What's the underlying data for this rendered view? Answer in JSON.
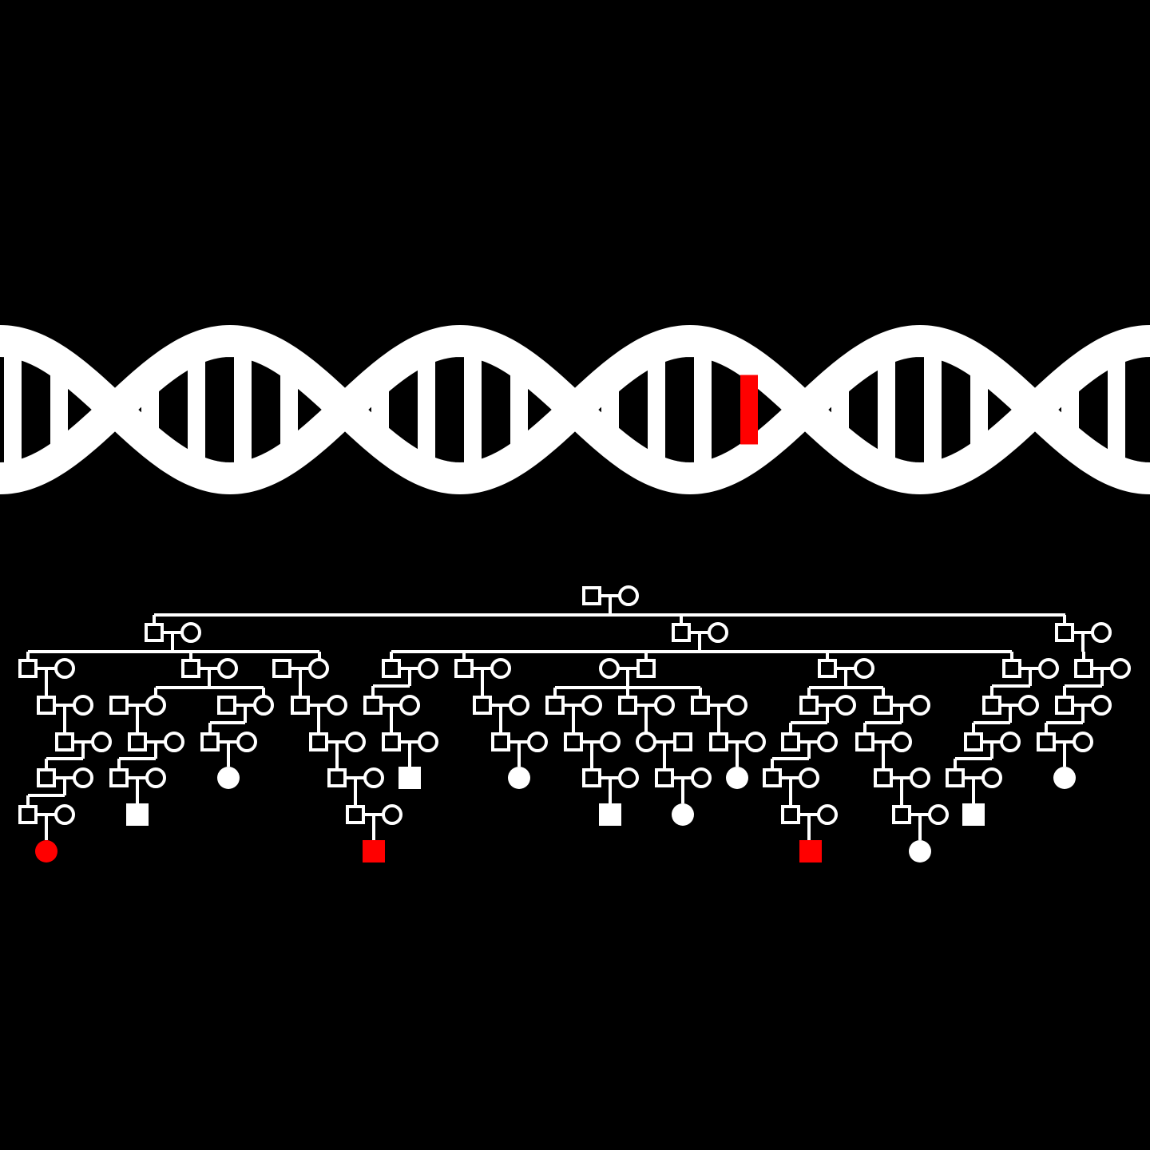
{
  "colors": {
    "background": "#000000",
    "strand": "#ffffff",
    "affected": "#ff0000"
  },
  "dna": {
    "description_icon": "dna-double-helix-icon",
    "highlighted_rung_color": "#ff0000"
  },
  "pedigree": {
    "icon": "family-pedigree-chart-icon",
    "symbols": {
      "male": "square",
      "female": "circle",
      "affected_fill": "#ff0000",
      "unaffected_leaf_fill": "#ffffff"
    },
    "affected_count": 3
  }
}
